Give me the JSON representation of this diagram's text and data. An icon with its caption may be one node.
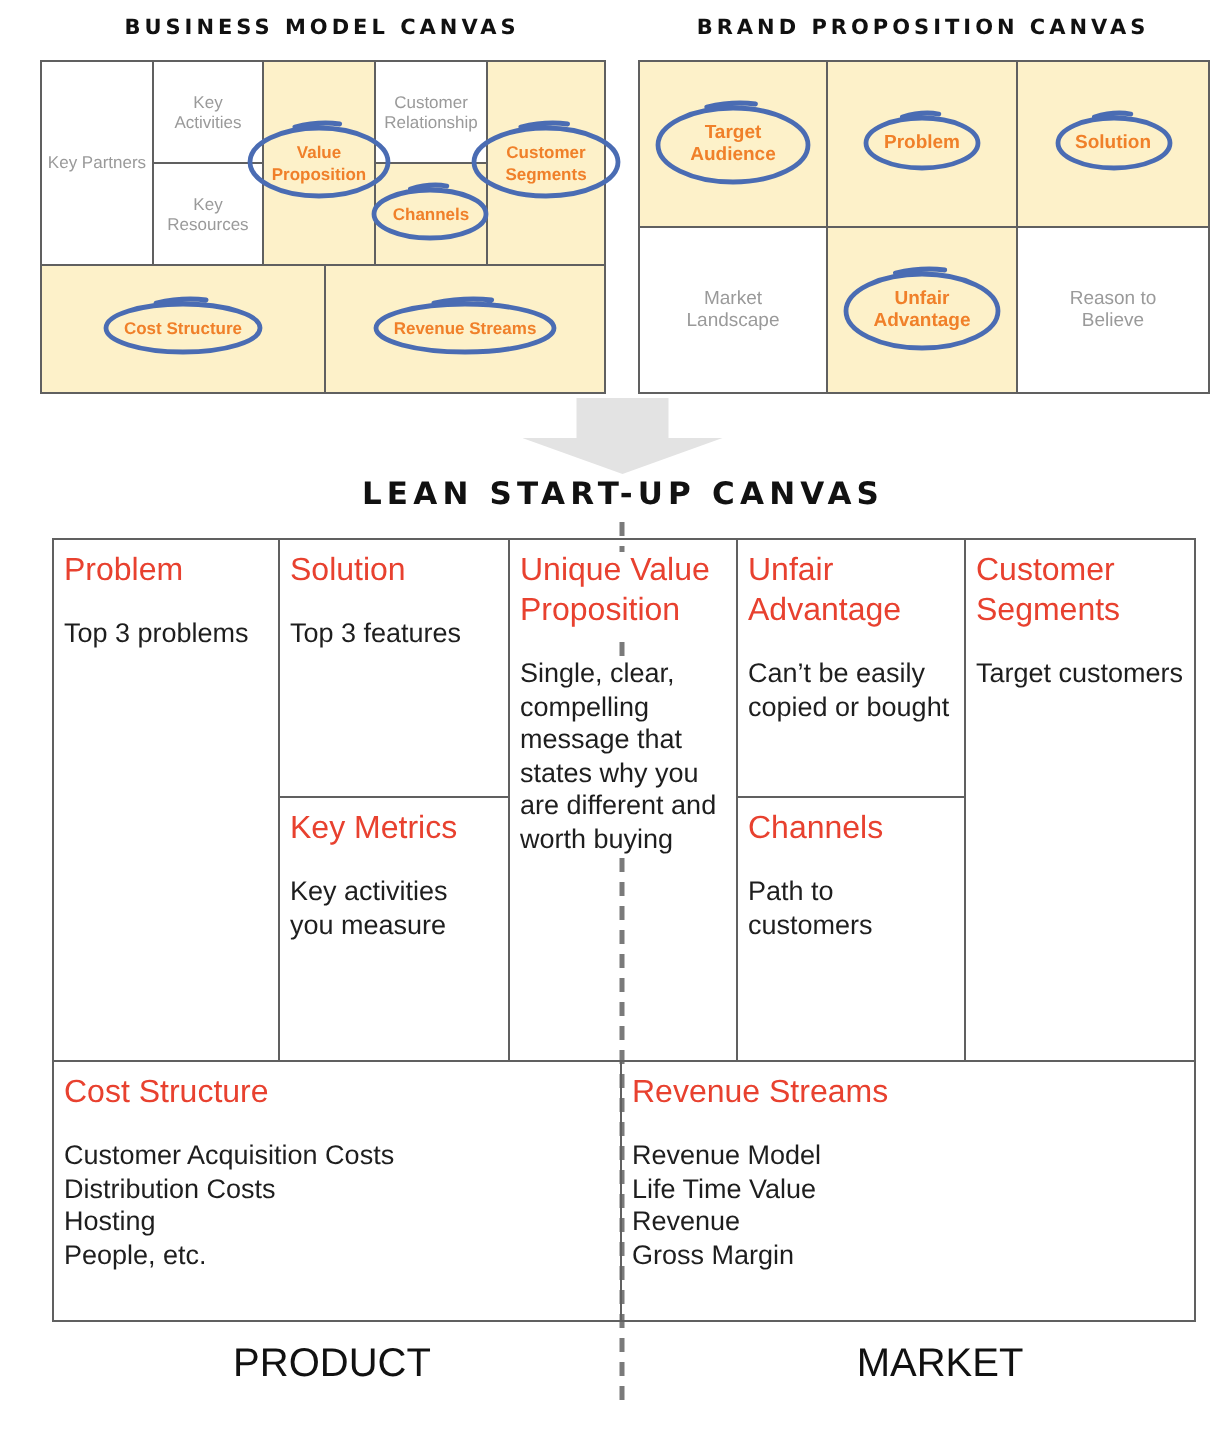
{
  "diagram": {
    "nodes": [
      {
        "text": [
          "BUSINESS MODEL CANVAS"
        ]
      },
      {
        "text": [
          "Key Partners"
        ],
        "in": 0
      },
      {
        "text": [
          "Key Activities"
        ],
        "in": 0
      },
      {
        "text": [
          "Key Resources"
        ],
        "in": 0
      },
      {
        "text": [
          "Value Proposition"
        ],
        "in": 0
      },
      {
        "text": [
          "Customer Relationship"
        ],
        "in": 0
      },
      {
        "text": [
          "Channels"
        ],
        "in": 0
      },
      {
        "text": [
          "Customer Segments"
        ],
        "in": 0
      },
      {
        "text": [
          "Cost Structure"
        ],
        "in": 0
      },
      {
        "text": [
          "Revenue Streams"
        ],
        "in": 0
      },
      {
        "text": [
          "BRAND PROPOSITION CANVAS"
        ]
      },
      {
        "text": [
          "Target Audience"
        ],
        "in": 10
      },
      {
        "text": [
          "Problem"
        ],
        "in": 10
      },
      {
        "text": [
          "Solution"
        ],
        "in": 10
      },
      {
        "text": [
          "Market Landscape"
        ],
        "in": 10
      },
      {
        "text": [
          "Unfair Advantage"
        ],
        "in": 10
      },
      {
        "text": [
          "Reason to Believe"
        ],
        "in": 10
      },
      {
        "text": [
          "LEAN START-UP CANVAS"
        ]
      },
      {
        "text": [
          "Problem",
          "Top 3 problems"
        ],
        "in": 17
      },
      {
        "text": [
          "Solution",
          "Top 3 features"
        ],
        "in": 17
      },
      {
        "text": [
          "Key Metrics",
          "Key activities you measure"
        ],
        "in": 17
      },
      {
        "text": [
          "Unique Value Proposition",
          "Single, clear, compelling message that states why you are different and worth buying"
        ],
        "in": 17
      },
      {
        "text": [
          "Unfair Advantage",
          "Can’t be easily copied or bought"
        ],
        "in": 17
      },
      {
        "text": [
          "Channels",
          "Path to customers"
        ],
        "in": 17
      },
      {
        "text": [
          "Customer Segments",
          "Target customers"
        ],
        "in": 17
      },
      {
        "text": [
          "Cost Structure",
          "Customer Acquisition Costs",
          "Distribution Costs",
          "Hosting",
          "People, etc."
        ],
        "in": 17
      },
      {
        "text": [
          "Revenue Streams",
          "Revenue Model",
          "Life Time Value",
          "Revenue",
          "Gross Margin"
        ],
        "in": 17
      }
    ],
    "edges": [
      {
        "from": 0,
        "to": 17,
        "arrow": "to"
      },
      {
        "from": 10,
        "to": 17,
        "arrow": "to"
      }
    ],
    "labels": [
      "PRODUCT",
      "MARKET"
    ]
  }
}
